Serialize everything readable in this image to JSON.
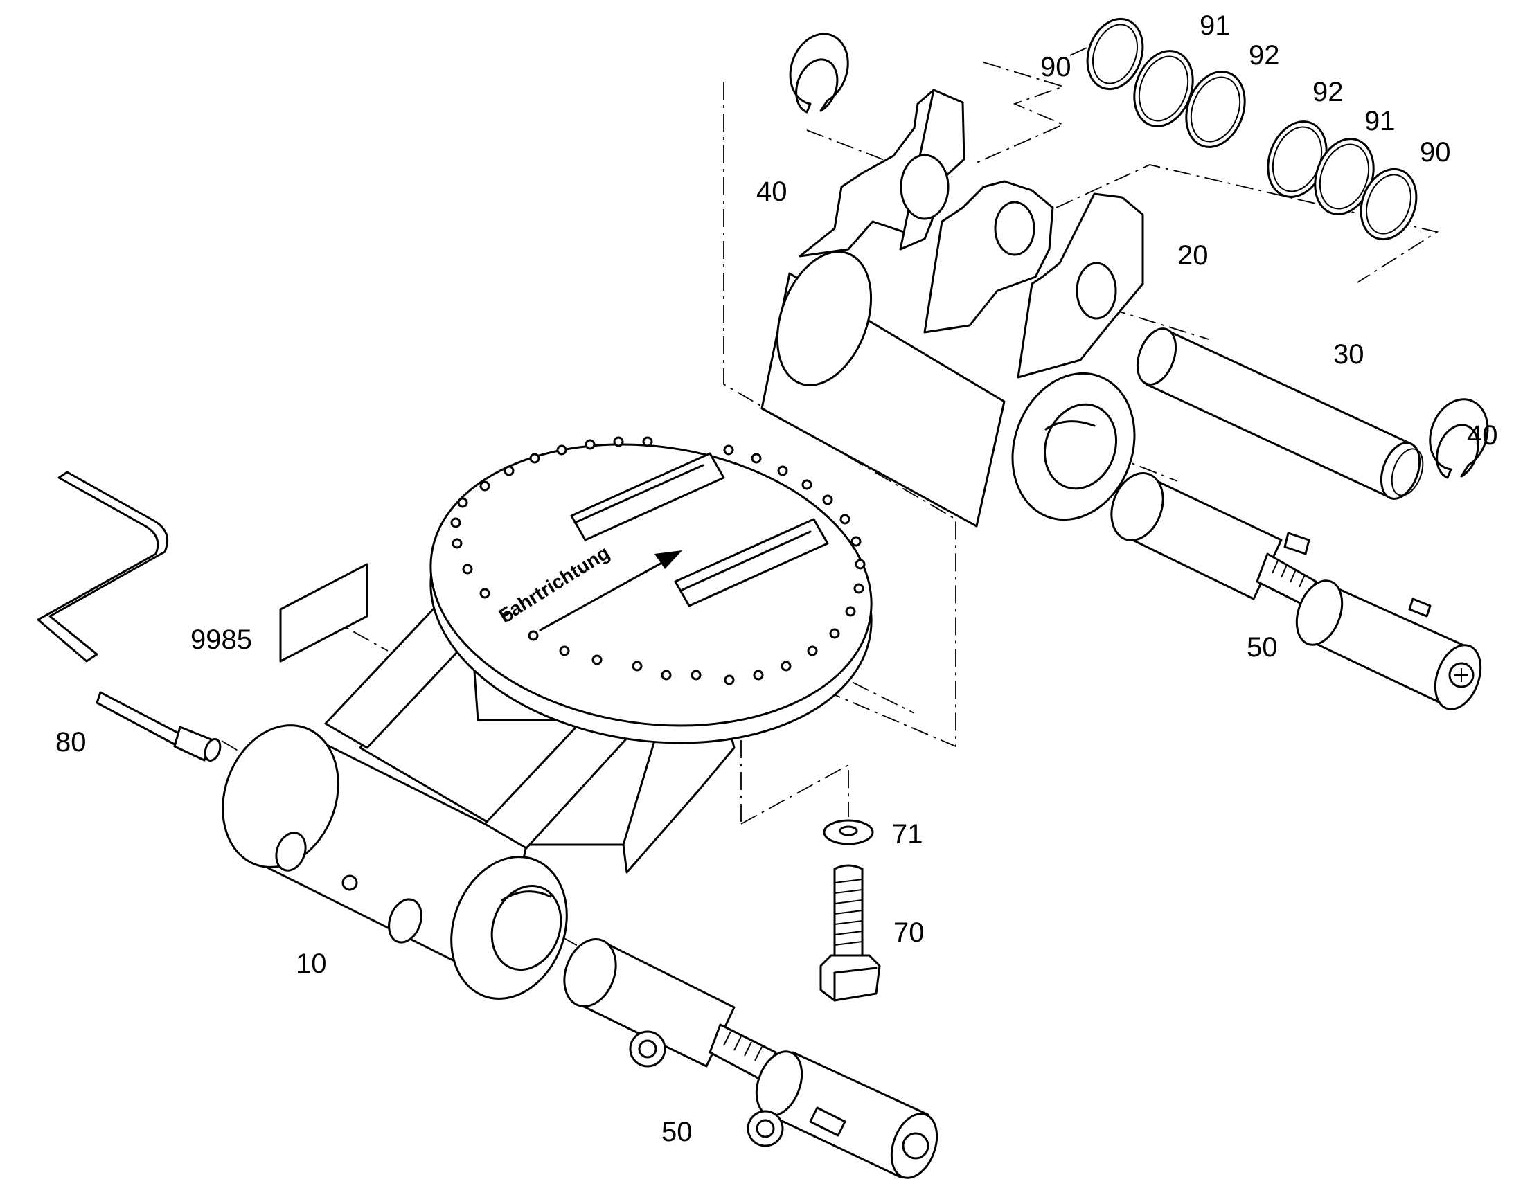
{
  "diagram": {
    "arrow_text": "Fahrtrichtung",
    "labels": {
      "l10": "10",
      "l20": "20",
      "l30": "30",
      "l40a": "40",
      "l40b": "40",
      "l50a": "50",
      "l50b": "50",
      "l70": "70",
      "l71": "71",
      "l80": "80",
      "l90a": "90",
      "l90b": "90",
      "l91a": "91",
      "l91b": "91",
      "l92a": "92",
      "l92b": "92",
      "l9985": "9985"
    }
  }
}
